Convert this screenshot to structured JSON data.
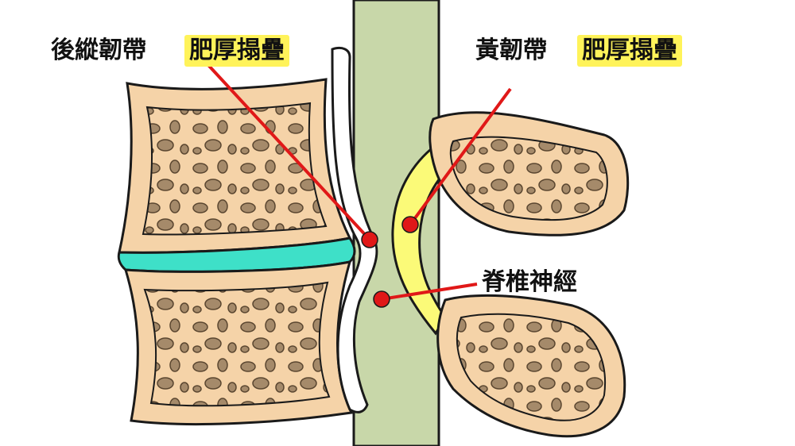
{
  "labels": {
    "posterior_ligament": "後縱韌帶",
    "posterior_ligament_note": "肥厚搨疊",
    "ligamentum_flavum": "黃韌帶",
    "ligamentum_flavum_note": "肥厚搨疊",
    "spinal_nerve": "脊椎神經"
  },
  "colors": {
    "bone": "#f5d3a8",
    "bone_outline": "#1a1a1a",
    "bone_hole": "#a58a6a",
    "disc": "#3ee0c8",
    "ligament_white": "#ffffff",
    "spinal_cord": "#c8d7a9",
    "ligamentum_flavum": "#fbfa78",
    "pointer": "#e01818",
    "highlight": "#fff35a"
  }
}
